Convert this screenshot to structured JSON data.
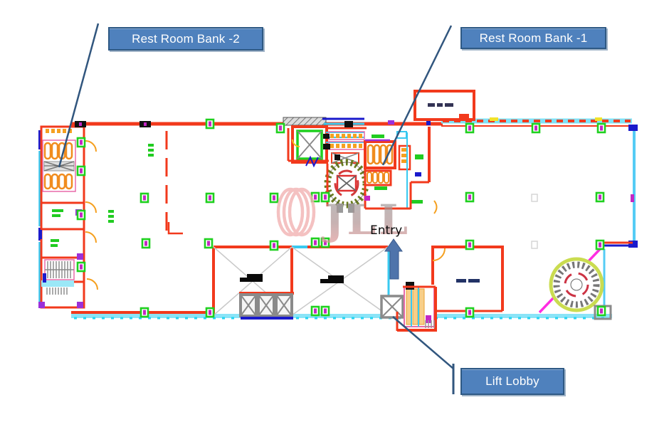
{
  "annotations": {
    "rest_room_bank_2": {
      "label": "Rest Room Bank -2"
    },
    "rest_room_bank_1": {
      "label": "Rest Room Bank -1"
    },
    "lift_lobby": {
      "label": "Lift Lobby"
    },
    "entry": {
      "label": "Entry"
    }
  },
  "watermark": {
    "text": "JLL"
  },
  "colors": {
    "label_fill": "#4f81bd",
    "label_border": "#2e5984",
    "label_text": "#ffffff",
    "callout_line": "#31567e",
    "entry_arrow": "#4f74ab",
    "wall_red": "#f2391c",
    "fixture_orange": "#f08c1e",
    "column_green": "#1fd01f",
    "column_magenta": "#c427c4",
    "glass_cyan": "#39c9f0",
    "accent_blue": "#1a1acc",
    "diagonal_magenta": "#ff2ce2",
    "watermark_pink": "#f2b2b2"
  }
}
